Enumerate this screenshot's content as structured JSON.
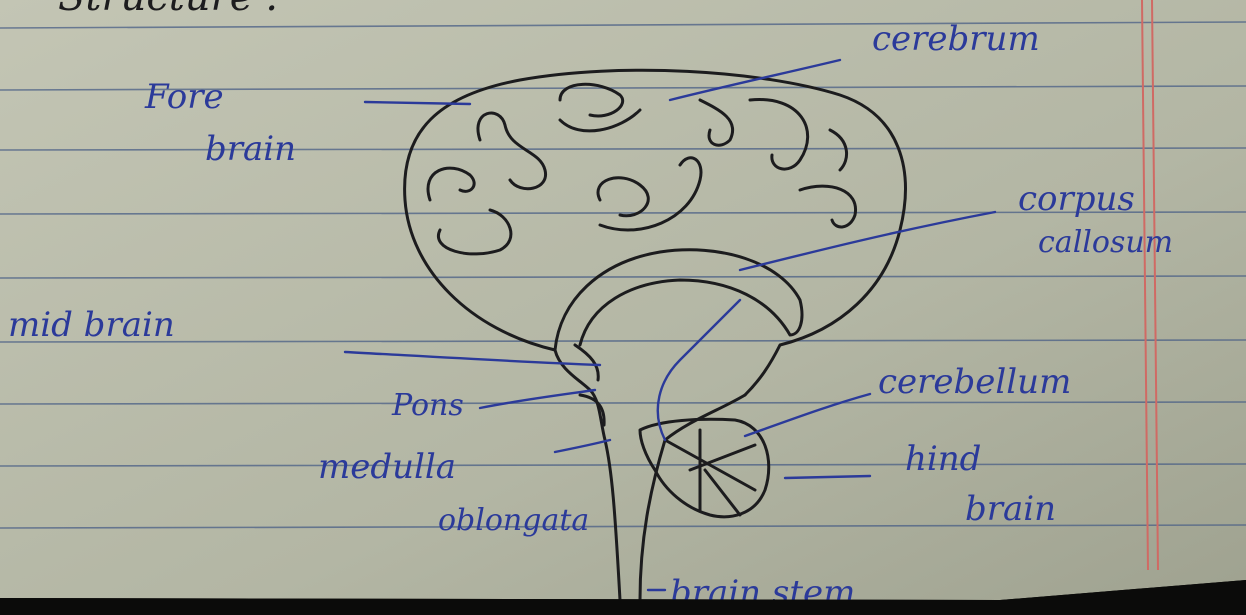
{
  "page": {
    "heading": "Structure :",
    "colors": {
      "paper": "#b7b9a8",
      "rule_line": "#4a5f86",
      "margin_line": "#d06a64",
      "ink_black": "#1c1c1e",
      "ink_blue": "#2b3a9a"
    }
  },
  "labels": {
    "cerebrum": "cerebrum",
    "fore_brain_1": "Fore",
    "fore_brain_2": "brain",
    "corpus_1": "corpus",
    "corpus_2": "callosum",
    "mid_brain": "mid brain",
    "cerebellum": "cerebellum",
    "pons": "Pons",
    "medulla_1": "medulla",
    "medulla_2": "oblongata",
    "hind_1": "hind",
    "hind_2": "brain",
    "brain_stem": "brain stem"
  }
}
